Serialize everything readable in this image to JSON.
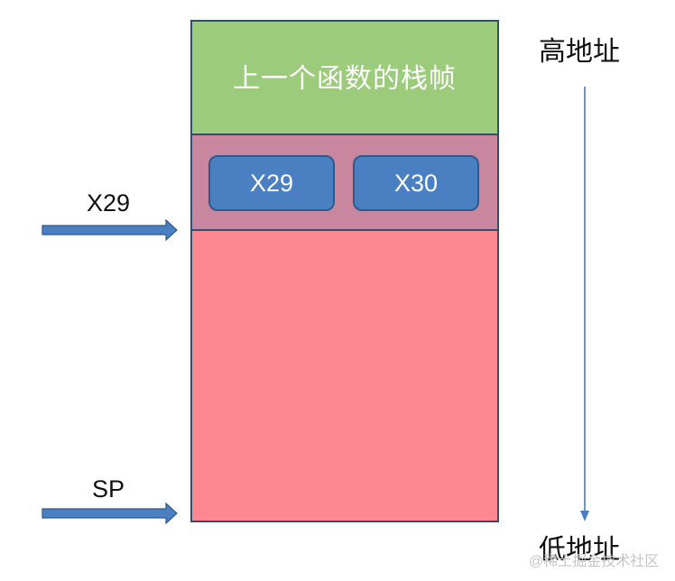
{
  "colors": {
    "prev_frame_fill": "#9bcb7b",
    "saved_regs_fill": "#c9879f",
    "register_box_fill": "#4a7fc1",
    "current_frame_fill": "#fe8891",
    "border": "#2f4f6f",
    "pointer_arrow": "#4a7fc1",
    "direction_arrow": "#4a7fc1"
  },
  "stack": {
    "prev_frame_label": "上一个函数的栈帧",
    "registers": [
      "X29",
      "X30"
    ]
  },
  "pointers": {
    "fp_label": "X29",
    "sp_label": "SP"
  },
  "addresses": {
    "high": "高地址",
    "low": "低地址"
  },
  "watermark": "@稀土掘金技术社区",
  "icons": {
    "pointer": "right-arrow-icon",
    "direction": "down-arrow-icon"
  }
}
